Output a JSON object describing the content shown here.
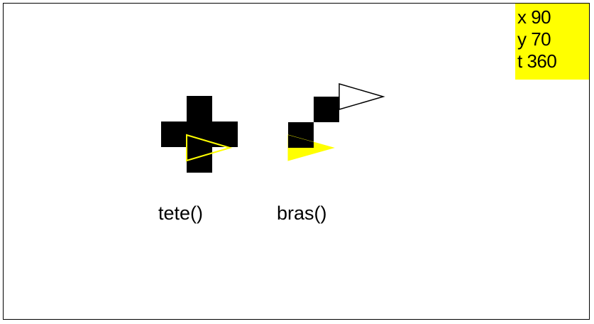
{
  "readout": {
    "x": "x 90",
    "y": "y 70",
    "t": "t 360"
  },
  "labels": {
    "tete": "tete()",
    "bras": "bras()"
  },
  "colors": {
    "readout_bg": "#ffff00",
    "fill": "#000000",
    "turtle_current": "#ffff00",
    "turtle_outline": "#000000"
  },
  "icons": {
    "tete_shape": "black-cross",
    "bras_shape": "black-staircase",
    "turtle": "triangle-turtle-cursor"
  }
}
